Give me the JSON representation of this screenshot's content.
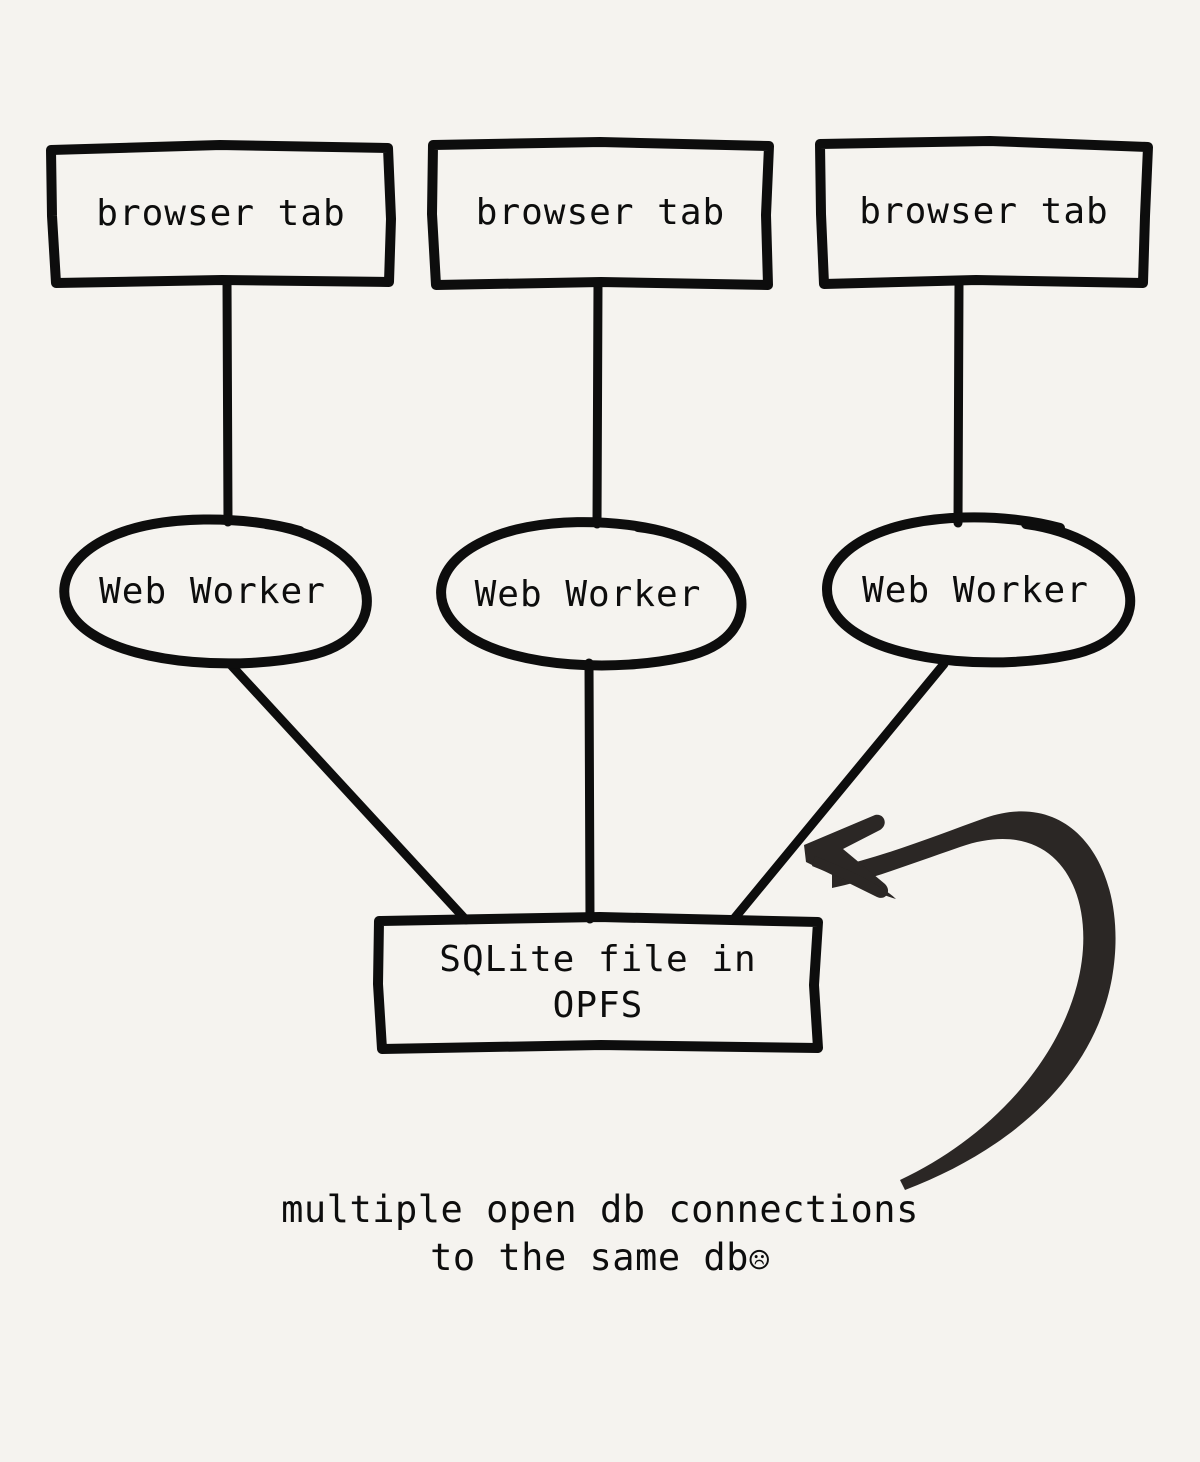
{
  "diagram": {
    "background_color": "#f5f3ef",
    "stroke_color": "#0d0d0d",
    "arrow_color": "#2b2725",
    "style": "hand-drawn sketch",
    "tabs": [
      {
        "label": "browser tab"
      },
      {
        "label": "browser tab"
      },
      {
        "label": "browser tab"
      }
    ],
    "workers": [
      {
        "label": "Web Worker"
      },
      {
        "label": "Web Worker"
      },
      {
        "label": "Web Worker"
      }
    ],
    "store": {
      "label": "SQLite file in\nOPFS"
    },
    "annotation": {
      "line1": "multiple open db connections",
      "line2": "to the same db",
      "emoji": "☹"
    }
  }
}
